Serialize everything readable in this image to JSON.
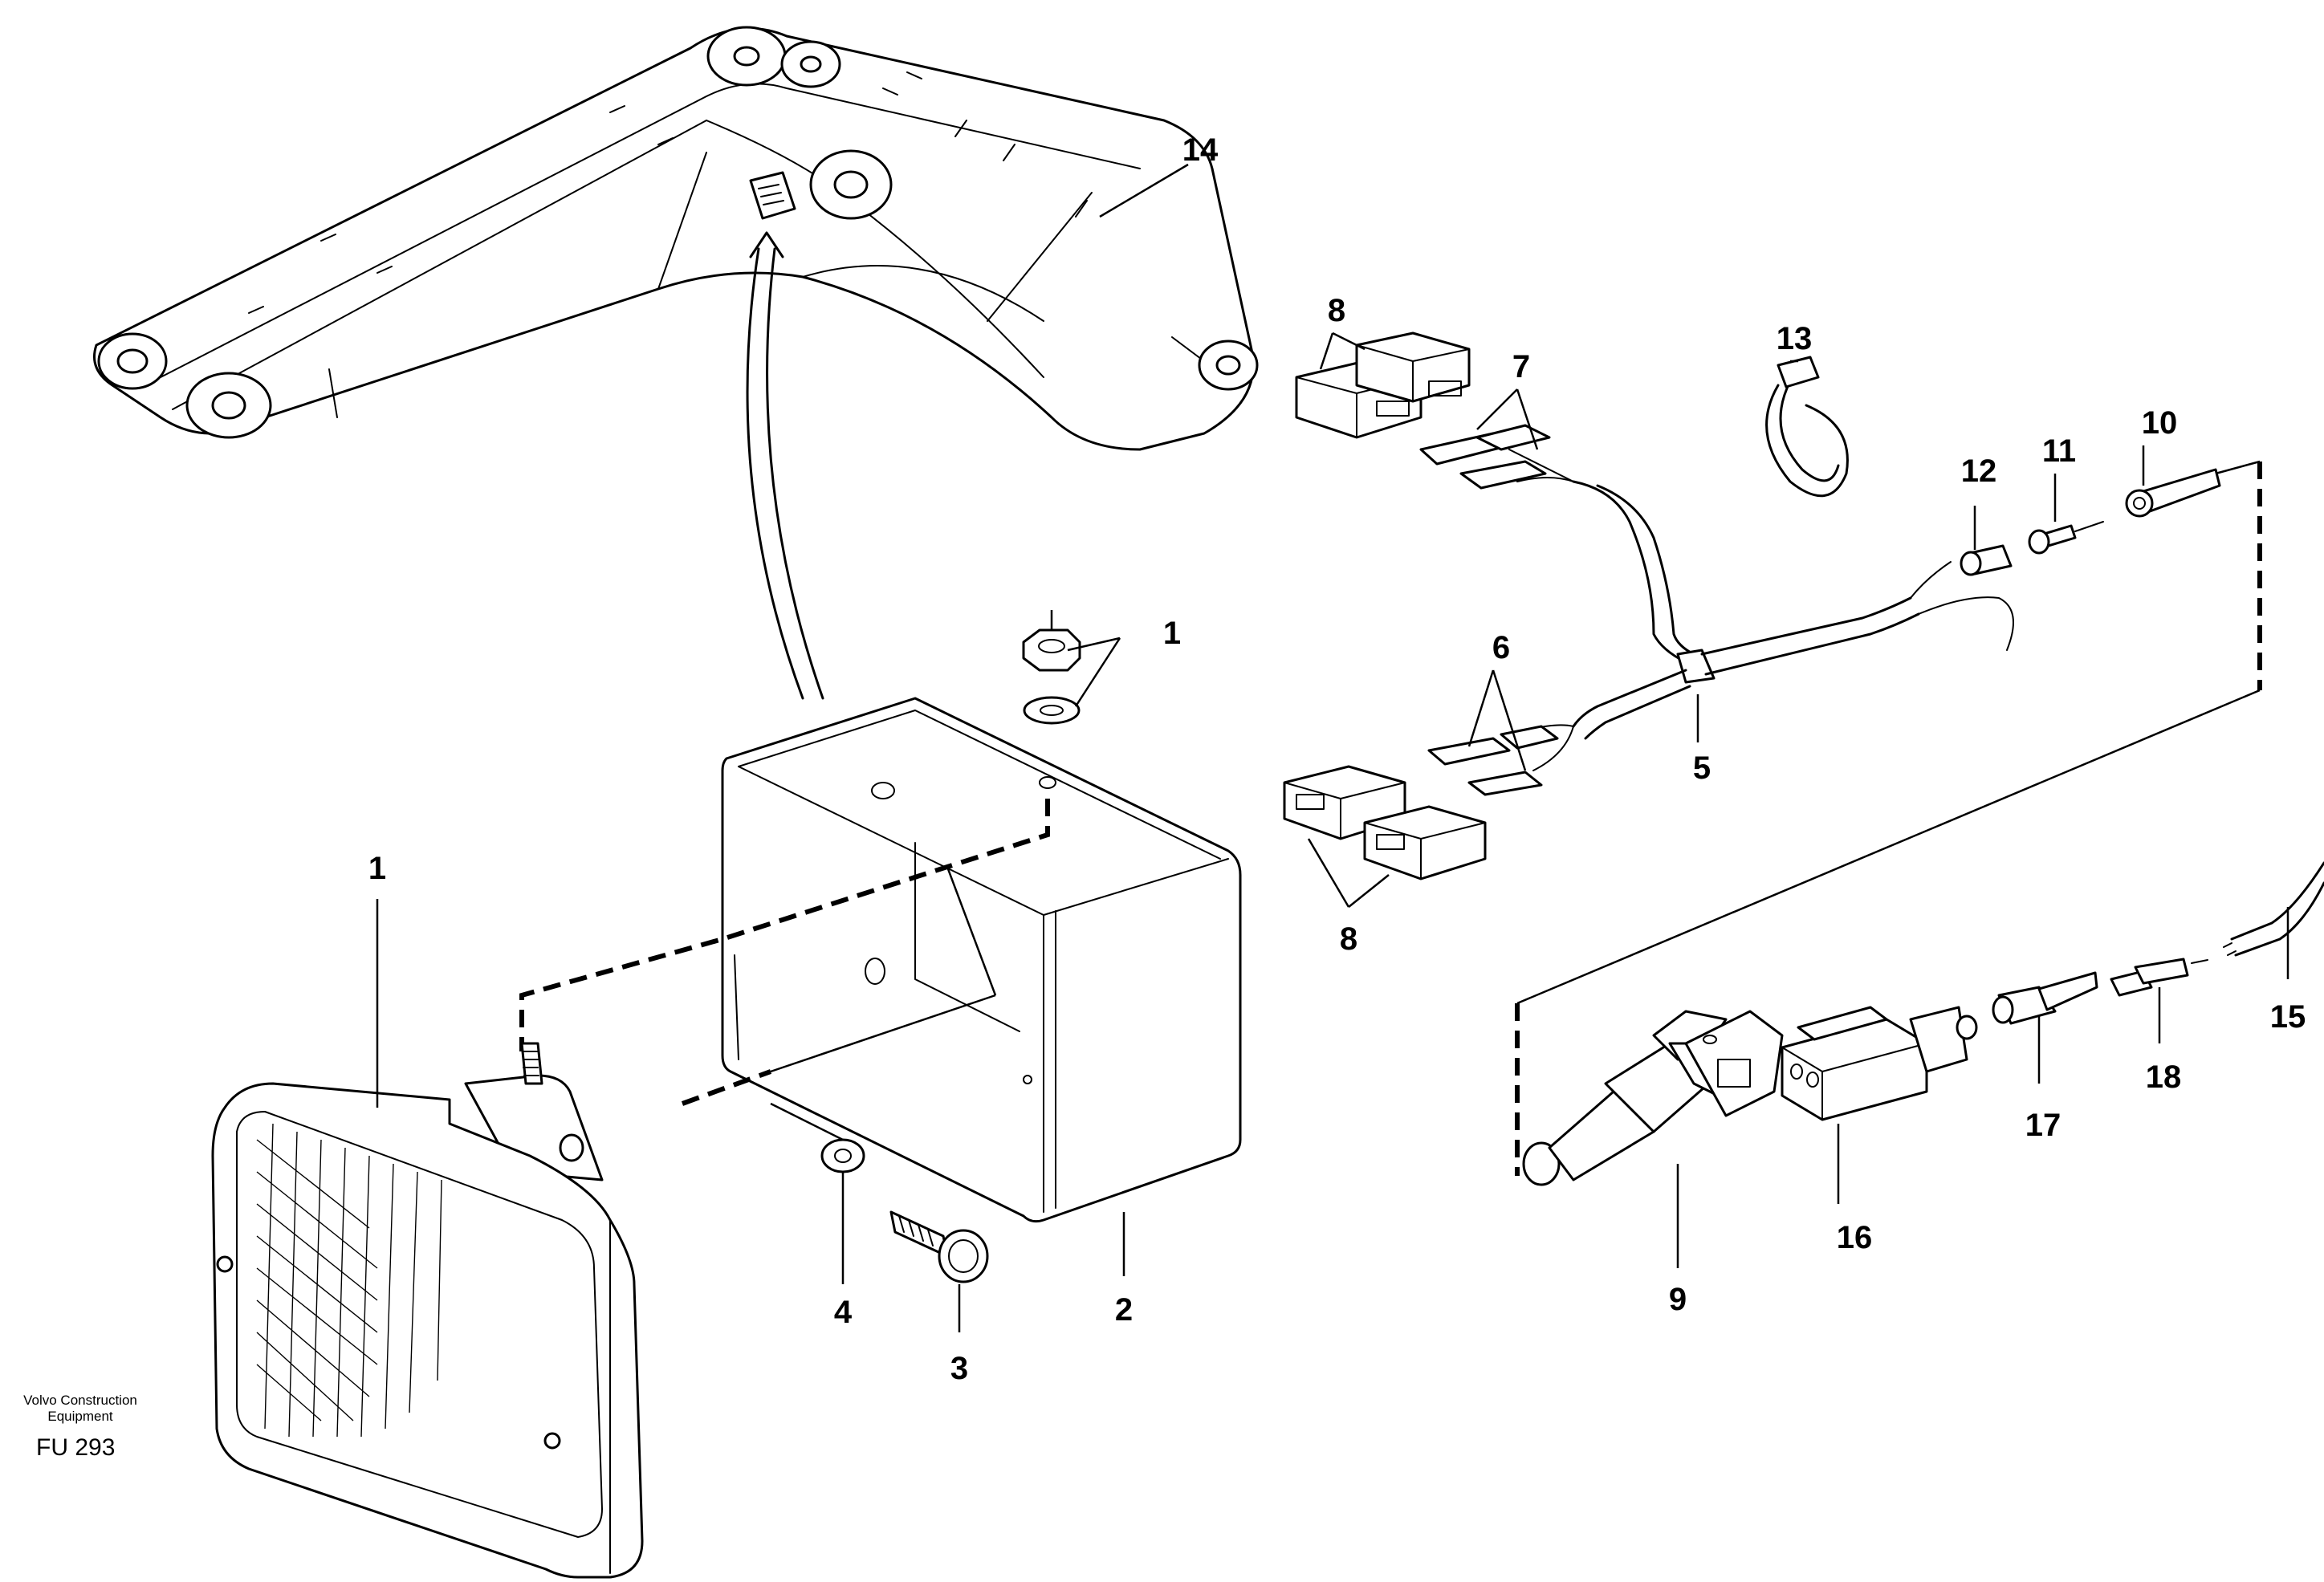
{
  "diagram": {
    "callouts": [
      {
        "id": "c1a",
        "label": "1"
      },
      {
        "id": "c1b",
        "label": "1"
      },
      {
        "id": "c2",
        "label": "2"
      },
      {
        "id": "c3",
        "label": "3"
      },
      {
        "id": "c4",
        "label": "4"
      },
      {
        "id": "c5",
        "label": "5"
      },
      {
        "id": "c6",
        "label": "6"
      },
      {
        "id": "c7",
        "label": "7"
      },
      {
        "id": "c8a",
        "label": "8"
      },
      {
        "id": "c8b",
        "label": "8"
      },
      {
        "id": "c9",
        "label": "9"
      },
      {
        "id": "c10",
        "label": "10"
      },
      {
        "id": "c11",
        "label": "11"
      },
      {
        "id": "c12",
        "label": "12"
      },
      {
        "id": "c13",
        "label": "13"
      },
      {
        "id": "c14",
        "label": "14"
      },
      {
        "id": "c15",
        "label": "15"
      },
      {
        "id": "c16",
        "label": "16"
      },
      {
        "id": "c17",
        "label": "17"
      },
      {
        "id": "c18",
        "label": "18"
      }
    ],
    "credit_line1": "Volvo Construction",
    "credit_line2": "Equipment",
    "figure_code": "FU 293"
  }
}
